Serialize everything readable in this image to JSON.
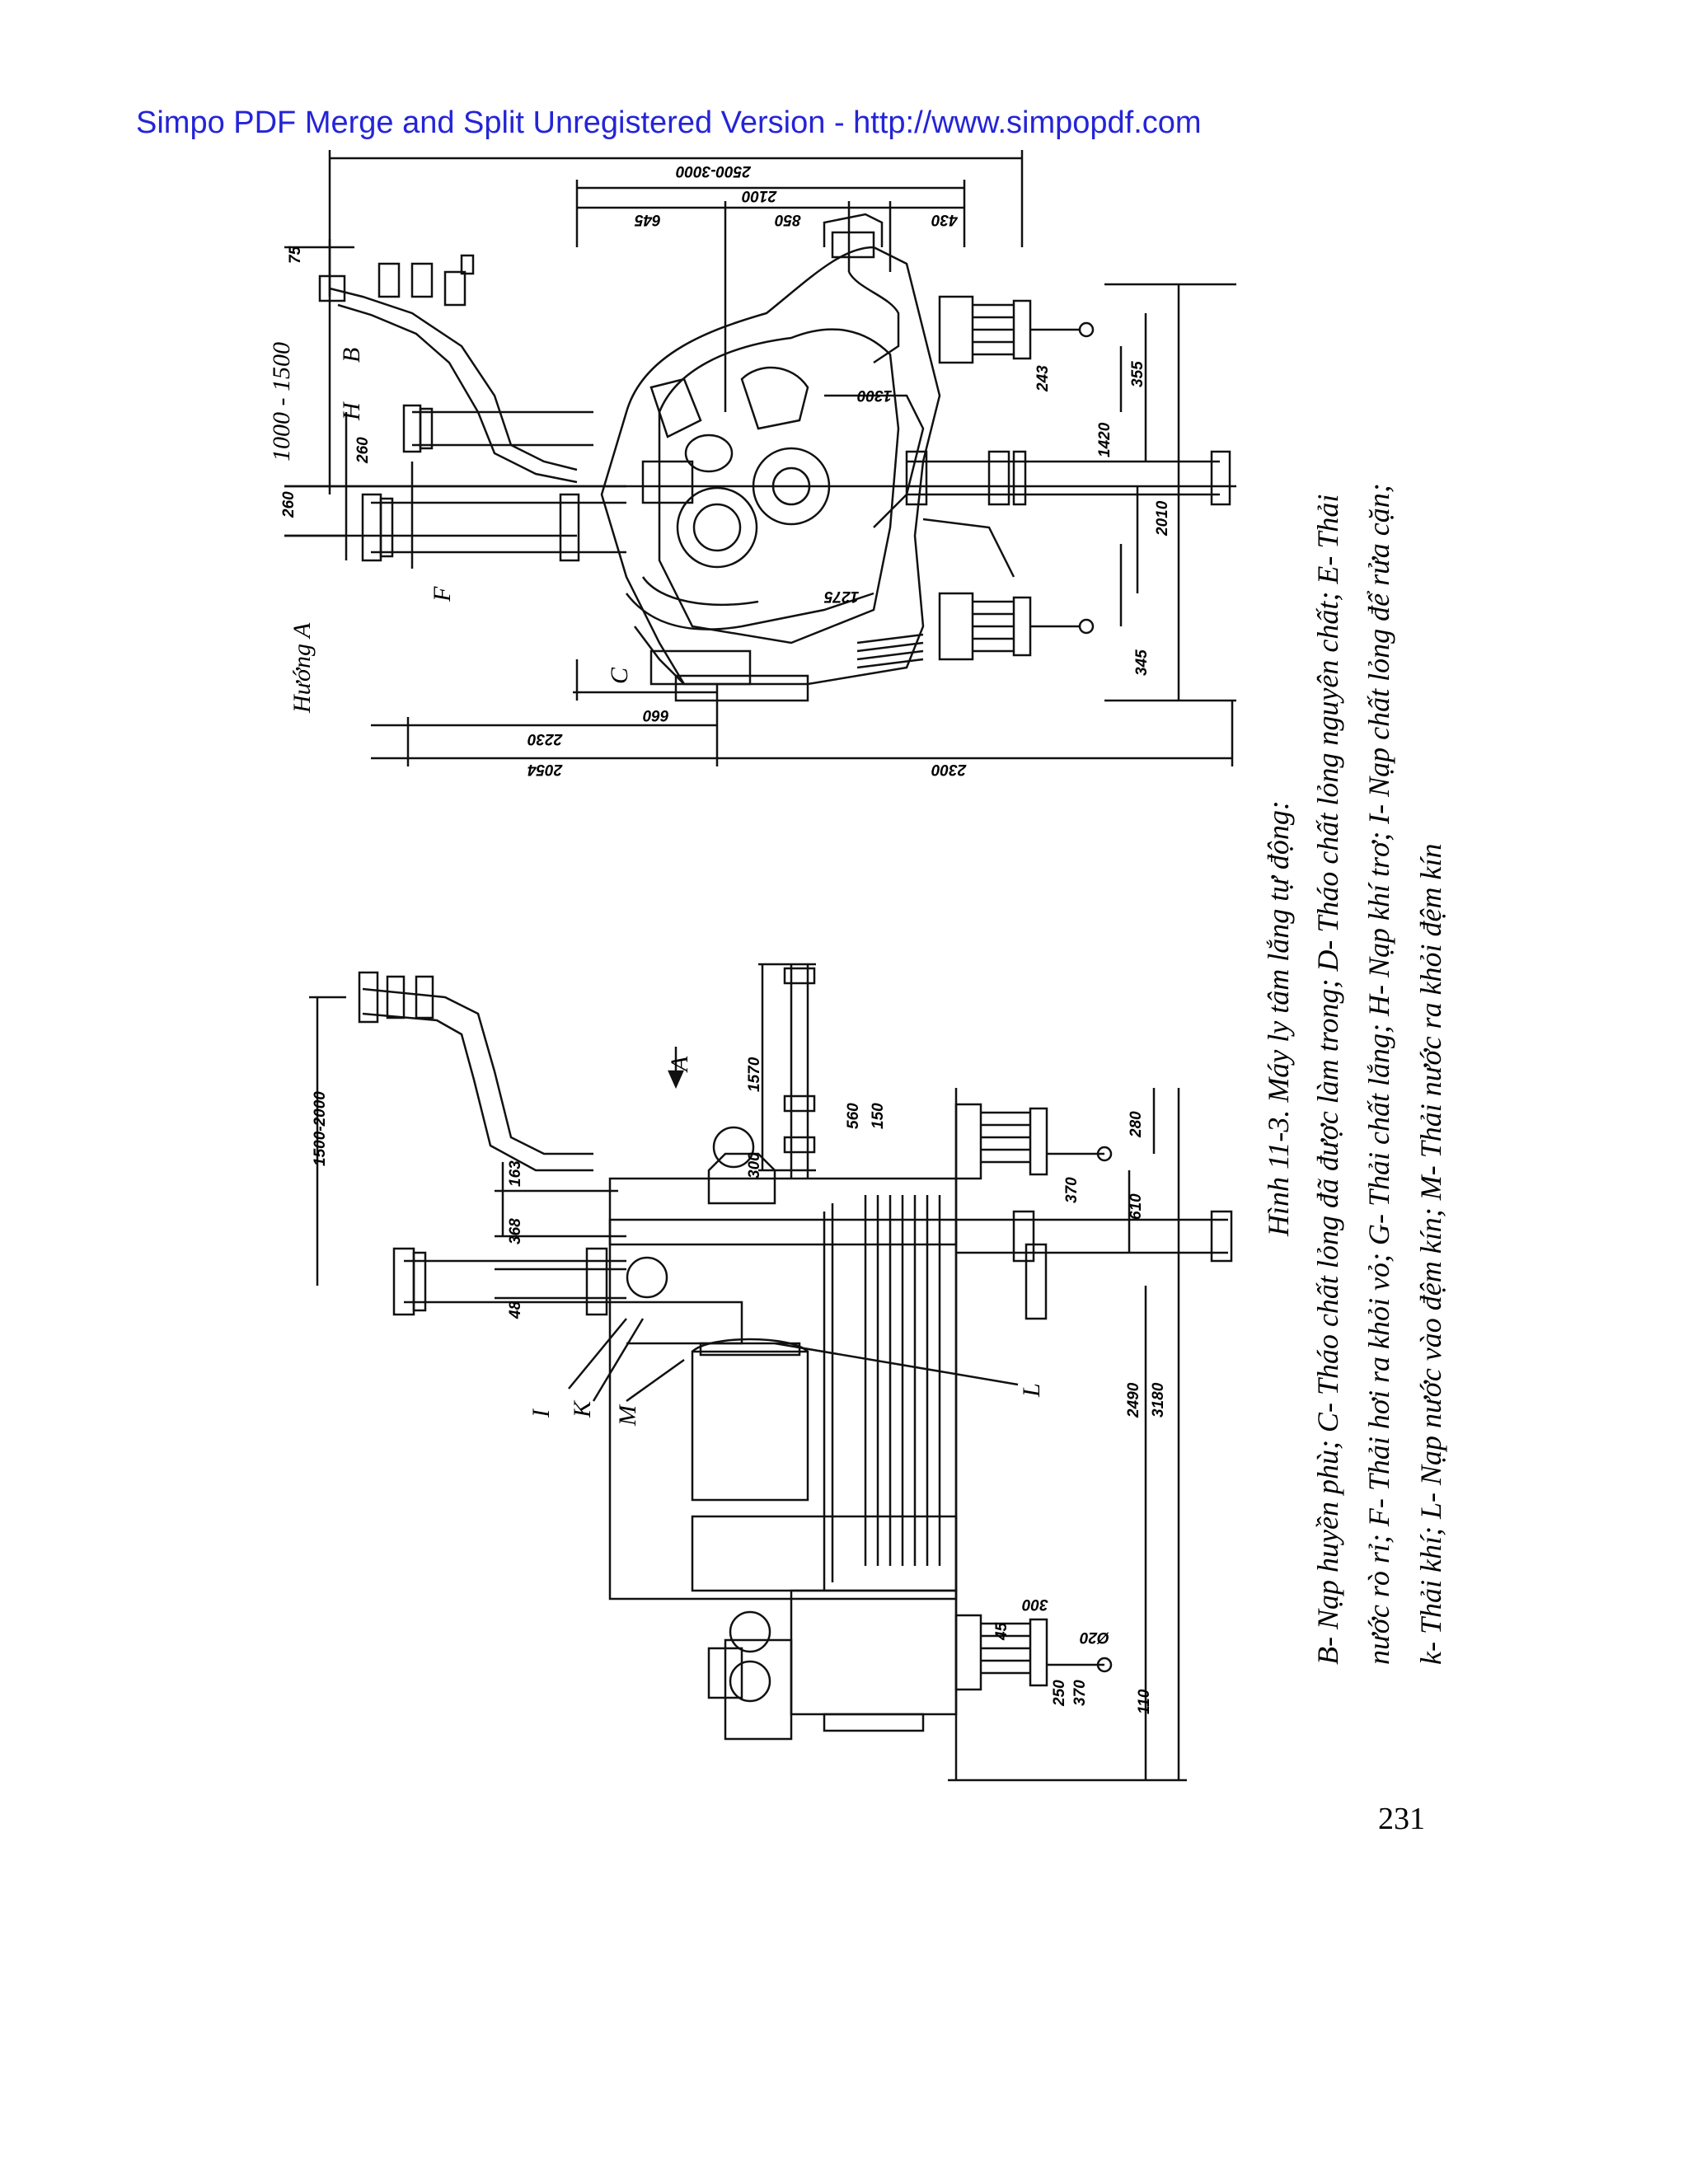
{
  "watermark": "Simpo PDF Merge and Split Unregistered Version - http://www.simpopdf.com",
  "page_number": "231",
  "caption": {
    "title": "Hình 11-3. Máy ly tâm lắng tự động:",
    "line1": "B- Nạp huyền phù; C- Tháo chất lỏng đã được làm trong; D- Tháo chất lỏng nguyên chất; E- Thải",
    "line2": "nước rò rỉ; F- Thải hơi ra khỏi vỏ; G- Thải chất lắng; H- Nạp khí trơ; I- Nạp chất lỏng để rửa cặn;",
    "line3": "k- Thải khí; L- Nạp nước vào đệm kín; M- Thải nước ra khỏi đệm kín"
  },
  "top_view": {
    "direction_label": "Hướng A",
    "range_label": "1000 - 1500",
    "letters": {
      "B": "B",
      "H": "H",
      "F": "F",
      "C": "C"
    },
    "dims": {
      "d2500_3000": "2500-3000",
      "d2100": "2100",
      "d645": "645",
      "d850": "850",
      "d430": "430",
      "d75": "75",
      "d260a": "260",
      "d260b": "260",
      "d1300": "1300",
      "d1275": "1275",
      "d243": "243",
      "d355": "355",
      "d1420": "1420",
      "d2010": "2010",
      "d345": "345",
      "d660": "660",
      "d2230": "2230",
      "d2054": "2054",
      "d2300": "2300"
    }
  },
  "side_view": {
    "arrow_label": "A",
    "letters": {
      "I": "I",
      "K": "K",
      "M": "M",
      "L": "L"
    },
    "dims": {
      "d1500_2000": "1500-2000",
      "d1570": "1570",
      "d560": "560",
      "d150": "150",
      "d300a": "300",
      "d163": "163",
      "d368": "368",
      "d48": "48",
      "d280": "280",
      "d370a": "370",
      "d610": "610",
      "d2490": "2490",
      "d3180": "3180",
      "d300b": "300",
      "d45": "45",
      "d020": "Ø20",
      "d250": "250",
      "d370b": "370",
      "d110": "110"
    }
  }
}
